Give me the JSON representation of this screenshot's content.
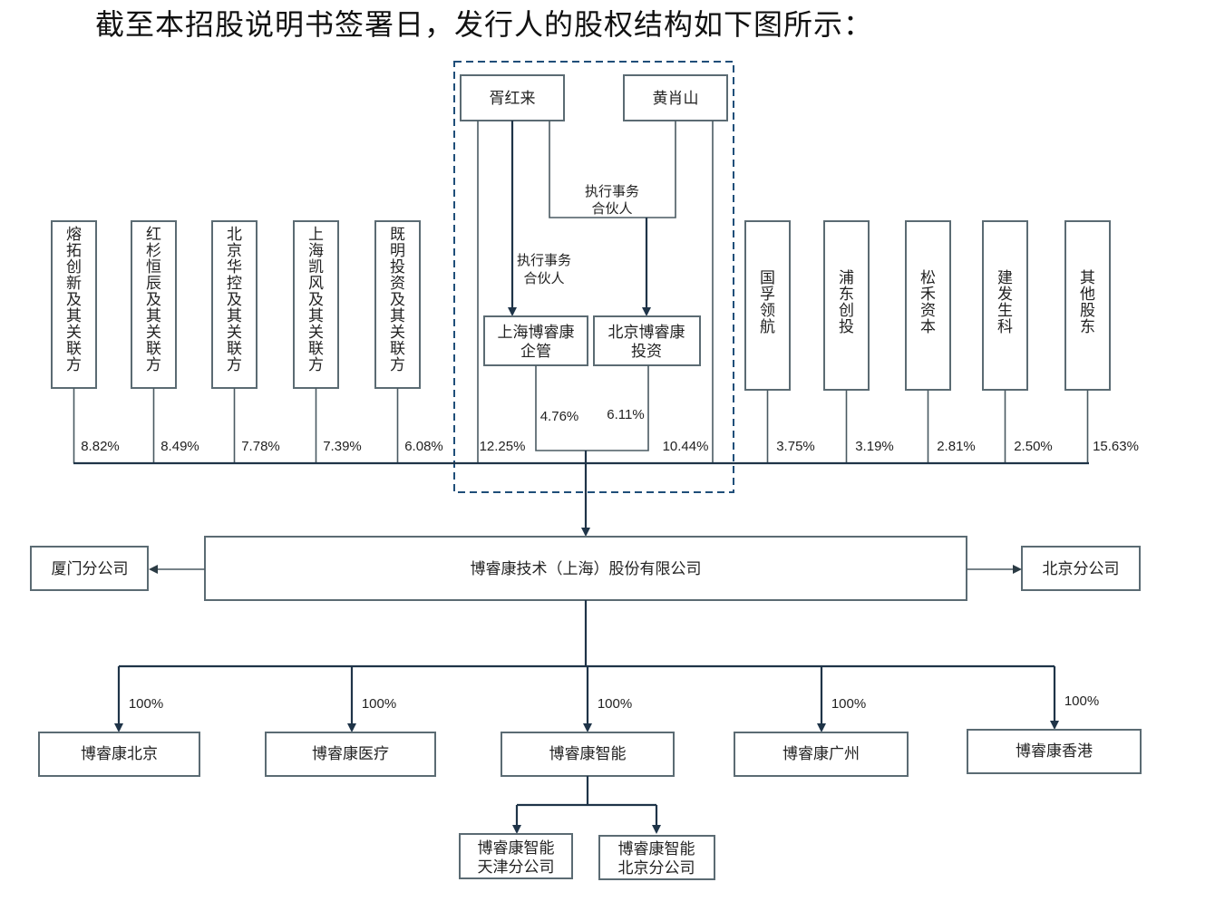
{
  "title": "截至本招股说明书签署日，发行人的股权结构如下图所示：",
  "top": {
    "founder_left": "胥红来",
    "founder_right": "黄肖山",
    "exec_partner_upper_line1": "执行事务",
    "exec_partner_upper_line2": "合伙人",
    "exec_partner_lower_line1": "执行事务",
    "exec_partner_lower_line2": "合伙人",
    "holding_left_line1": "上海博睿康",
    "holding_left_line2": "企管",
    "holding_right_line1": "北京博睿康",
    "holding_right_line2": "投资",
    "holding_left_pct": "4.76%",
    "holding_right_pct": "6.11%",
    "founder_left_pct": "12.25%",
    "founder_right_pct": "10.44%"
  },
  "shareholders_left": [
    {
      "name": "熔拓创新及其关联方",
      "pct": "8.82%"
    },
    {
      "name": "红杉恒辰及其关联方",
      "pct": "8.49%"
    },
    {
      "name": "北京华控及其关联方",
      "pct": "7.78%"
    },
    {
      "name": "上海凯风及其关联方",
      "pct": "7.39%"
    },
    {
      "name": "既明投资及其关联方",
      "pct": "6.08%"
    }
  ],
  "shareholders_right": [
    {
      "name": "国孚领航",
      "pct": "3.75%"
    },
    {
      "name": "浦东创投",
      "pct": "3.19%"
    },
    {
      "name": "松禾资本",
      "pct": "2.81%"
    },
    {
      "name": "建发生科",
      "pct": "2.50%"
    },
    {
      "name": "其他股东",
      "pct": "15.63%"
    }
  ],
  "company": {
    "name": "博睿康技术（上海）股份有限公司",
    "branch_left": "厦门分公司",
    "branch_right": "北京分公司"
  },
  "subsidiaries": [
    {
      "name": "博睿康北京",
      "pct": "100%"
    },
    {
      "name": "博睿康医疗",
      "pct": "100%"
    },
    {
      "name": "博睿康智能",
      "pct": "100%"
    },
    {
      "name": "博睿康广州",
      "pct": "100%"
    },
    {
      "name": "博睿康香港",
      "pct": "100%"
    }
  ],
  "sub_branches": [
    {
      "line1": "博睿康智能",
      "line2": "天津分公司"
    },
    {
      "line1": "博睿康智能",
      "line2": "北京分公司"
    }
  ]
}
